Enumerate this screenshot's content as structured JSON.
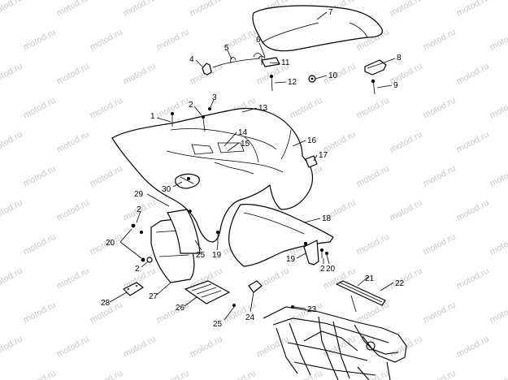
{
  "watermark": "motod.ru",
  "colors": {
    "line": "#000000",
    "background": "#ffffff",
    "watermark": "#c9c9c9"
  },
  "callouts": [
    {
      "id": "c7",
      "text": "7"
    },
    {
      "id": "c6",
      "text": "6"
    },
    {
      "id": "c5",
      "text": "5"
    },
    {
      "id": "c4",
      "text": "4"
    },
    {
      "id": "c11",
      "text": "11"
    },
    {
      "id": "c8",
      "text": "8"
    },
    {
      "id": "c10",
      "text": "10"
    },
    {
      "id": "c12",
      "text": "12"
    },
    {
      "id": "c9",
      "text": "9"
    },
    {
      "id": "c3",
      "text": "3"
    },
    {
      "id": "c2a",
      "text": "2"
    },
    {
      "id": "c1",
      "text": "1"
    },
    {
      "id": "c13",
      "text": "13"
    },
    {
      "id": "c14",
      "text": "14"
    },
    {
      "id": "c15",
      "text": "15"
    },
    {
      "id": "c16",
      "text": "16"
    },
    {
      "id": "c17",
      "text": "17"
    },
    {
      "id": "c30",
      "text": "30"
    },
    {
      "id": "c29",
      "text": "29"
    },
    {
      "id": "c2b",
      "text": "2"
    },
    {
      "id": "c18",
      "text": "18"
    },
    {
      "id": "c20a",
      "text": "20"
    },
    {
      "id": "c25a",
      "text": "25"
    },
    {
      "id": "c19a",
      "text": "19"
    },
    {
      "id": "c19b",
      "text": "19"
    },
    {
      "id": "c2c",
      "text": "2"
    },
    {
      "id": "c20b",
      "text": "20"
    },
    {
      "id": "c2d",
      "text": "2"
    },
    {
      "id": "c21",
      "text": "21"
    },
    {
      "id": "c22",
      "text": "22"
    },
    {
      "id": "c27",
      "text": "27"
    },
    {
      "id": "c28",
      "text": "28"
    },
    {
      "id": "c26",
      "text": "26"
    },
    {
      "id": "c24",
      "text": "24"
    },
    {
      "id": "c23",
      "text": "23"
    },
    {
      "id": "c25b",
      "text": "25"
    }
  ]
}
